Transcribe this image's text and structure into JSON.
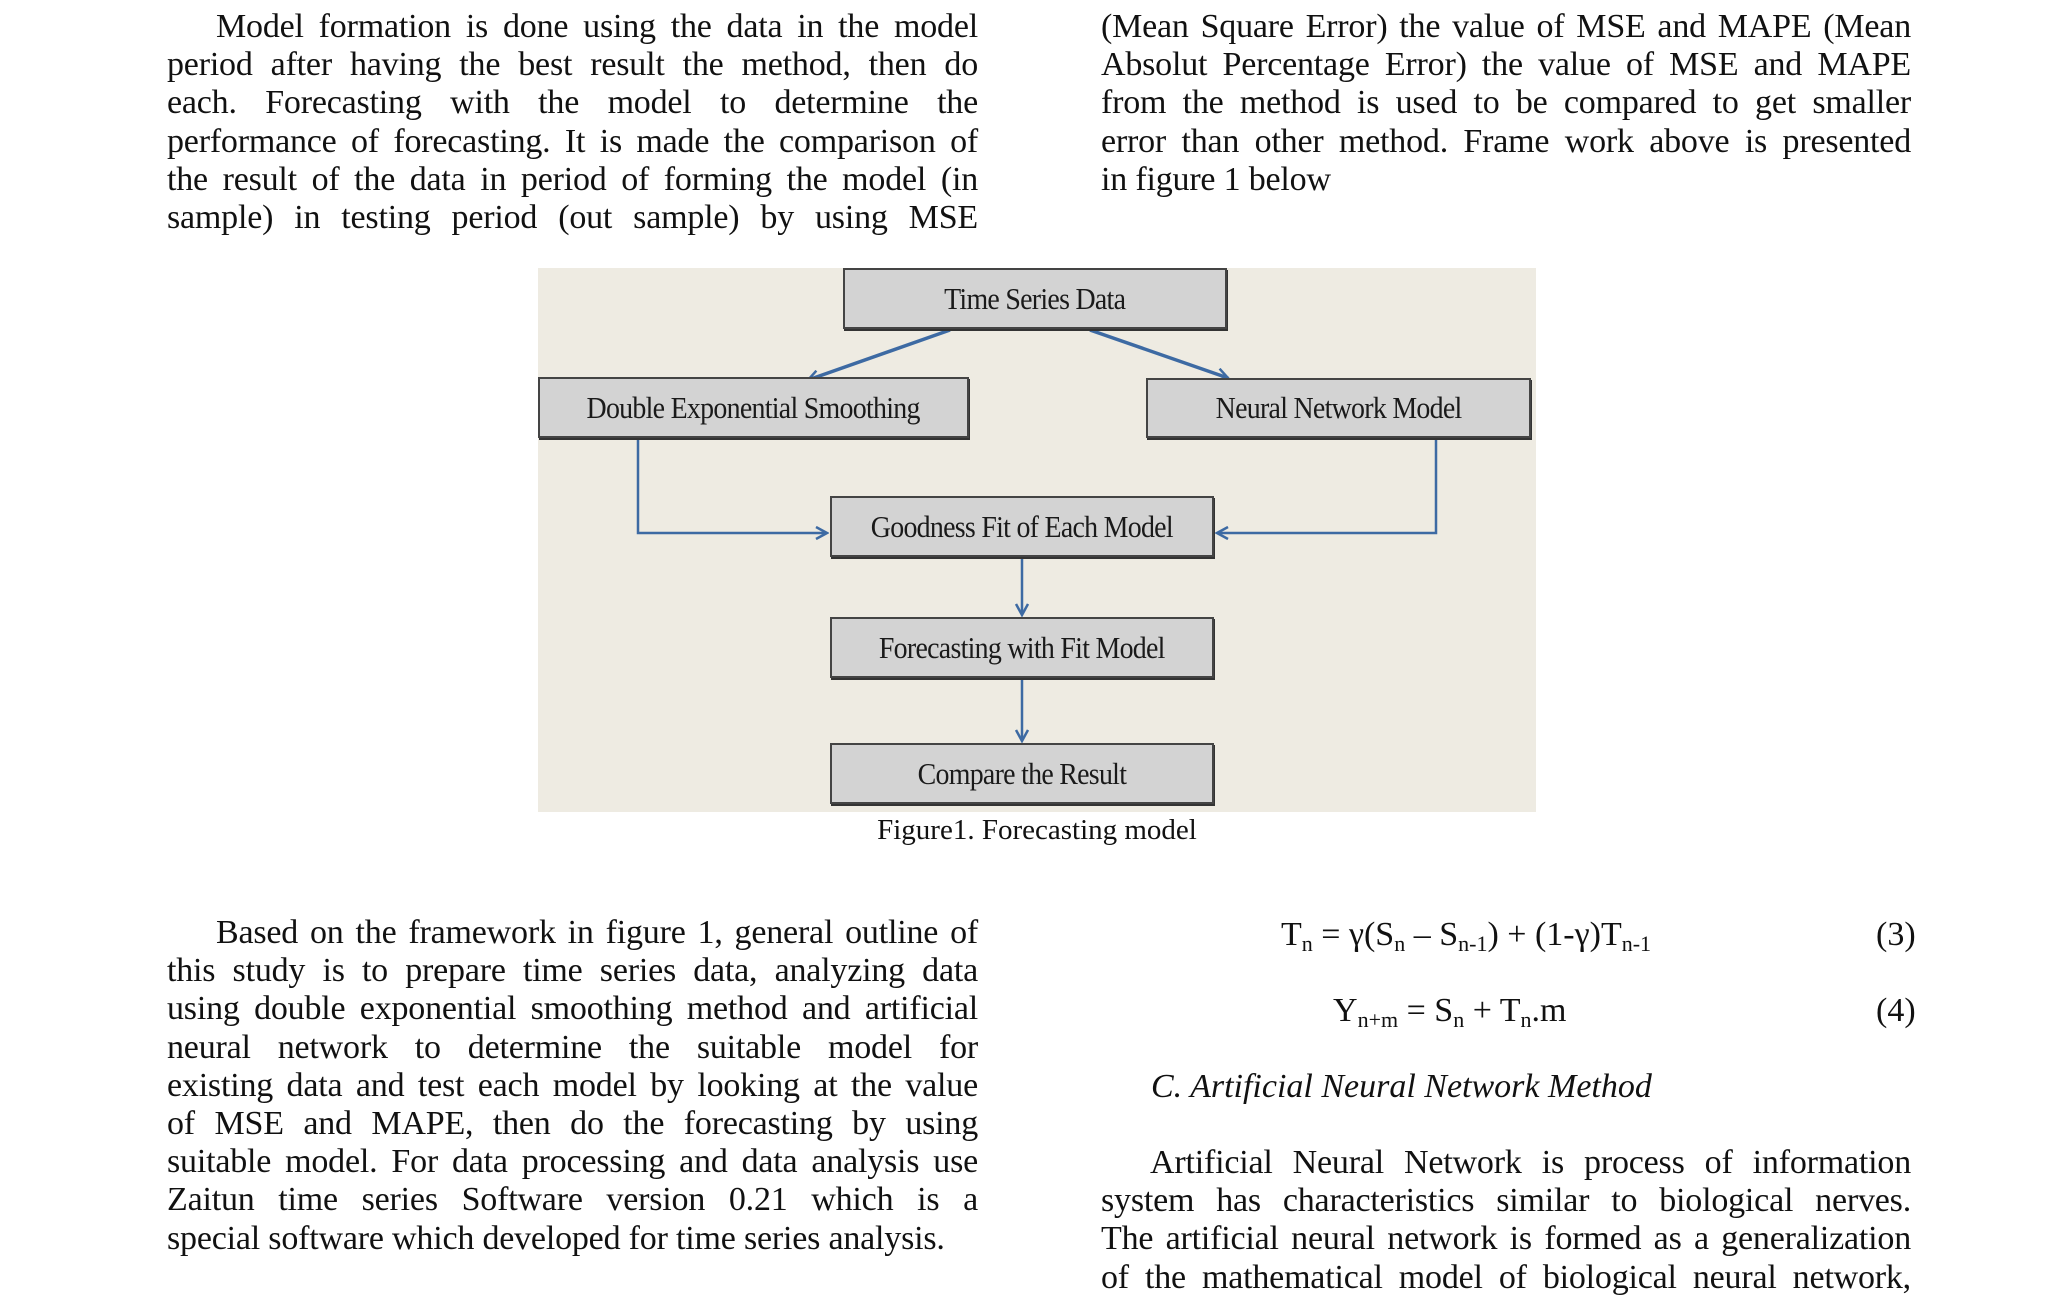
{
  "page": {
    "left_top_paragraph": [
      "Model formation is done using the data in the model",
      "period after having the best result the method, then do",
      "each. Forecasting with the model to determine the",
      "performance of forecasting. It is made the comparison of",
      "the result of the data in period of forming the model (in",
      "sample) in testing period (out sample) by using MSE"
    ],
    "right_top_paragraph": [
      "(Mean Square Error) the value of MSE and MAPE (Mean",
      "Absolut Percentage Error) the value of MSE and MAPE",
      "from the method is used to be compared to get smaller",
      "error than other method. Frame work above is presented",
      "in figure 1 below"
    ],
    "figure": {
      "background_color": "#eeebe2",
      "box_color": "#d3d3d3",
      "arrow_color": "#3d6aa3",
      "boxes": {
        "time_series": "Time Series Data",
        "double_exp": "Double Exponential Smoothing",
        "neural": "Neural Network Model",
        "goodness": "Goodness Fit of Each Model",
        "forecasting": "Forecasting with Fit Model",
        "compare": "Compare the Result"
      },
      "caption": "Figure1. Forecasting model"
    },
    "left_bottom_paragraph": [
      "Based on the framework in figure 1, general outline of",
      "this study is to prepare time series data, analyzing data",
      "using double exponential smoothing method and artificial",
      "neural network to determine the suitable model for",
      "existing data and test each model by looking at the value",
      "of MSE and MAPE, then do the forecasting by using",
      "suitable model. For data processing and data analysis use",
      "Zaitun time series Software version 0.21 which is a",
      "special software which developed for time series analysis."
    ],
    "equations": {
      "eq3": {
        "parts": [
          "T",
          "n",
          " = γ(S",
          "n",
          " – S",
          "n-1",
          ") + (1-γ)T",
          "n-1"
        ],
        "number": "(3)"
      },
      "eq4": {
        "parts": [
          "Y",
          "n+m",
          " = S",
          "n",
          " + T",
          "n",
          ".m"
        ],
        "number": "(4)"
      }
    },
    "section_heading": "C. Artificial Neural Network Method",
    "right_bottom_paragraph": [
      "Artificial Neural Network is process of information",
      "system has characteristics similar to biological nerves.",
      "The artificial neural network is formed as a generalization",
      "of the mathematical model of biological neural network,"
    ]
  }
}
